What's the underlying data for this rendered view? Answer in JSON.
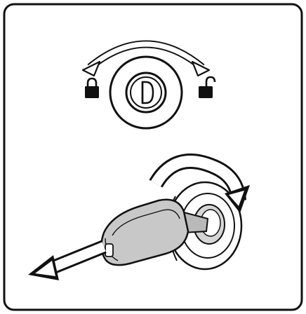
{
  "figure": {
    "panels": [
      {
        "id": "top",
        "subject": "lock-cylinder-front-view"
      },
      {
        "id": "bottom",
        "subject": "key-removal-from-ignition"
      }
    ],
    "icons": {
      "lock": "padlock-closed-icon",
      "unlock": "padlock-open-icon"
    },
    "colors": {
      "stroke": "#111111",
      "fill_light": "#ffffff",
      "fill_grey": "#c8c8c8",
      "fill_dark": "#8a8a8a"
    }
  }
}
